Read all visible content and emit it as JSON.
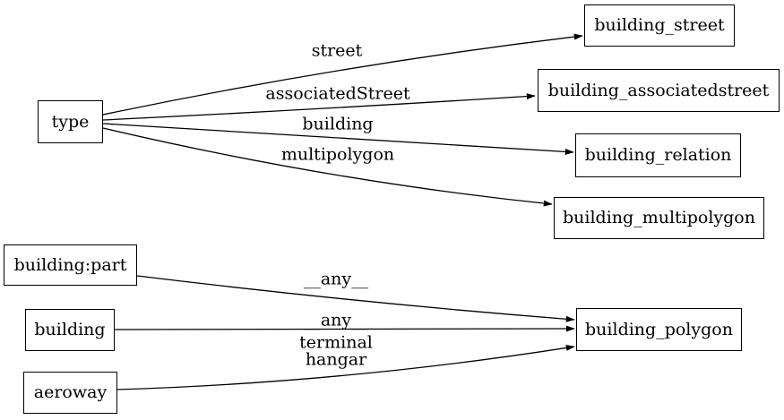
{
  "diagram": {
    "background_color": "#ffffff",
    "stroke_color": "#000000",
    "nodes": [
      {
        "id": "type",
        "label": "type"
      },
      {
        "id": "building_street",
        "label": "building_street"
      },
      {
        "id": "building_associatedstreet",
        "label": "building_associatedstreet"
      },
      {
        "id": "building_relation",
        "label": "building_relation"
      },
      {
        "id": "building_multipolygon",
        "label": "building_multipolygon"
      },
      {
        "id": "building_polygon",
        "label": "building_polygon"
      },
      {
        "id": "building:part",
        "label": "building:part"
      },
      {
        "id": "building",
        "label": "building"
      },
      {
        "id": "aeroway",
        "label": "aeroway"
      }
    ],
    "edges": [
      {
        "from": "type",
        "to": "building_street",
        "label": "street"
      },
      {
        "from": "type",
        "to": "building_associatedstreet",
        "label": "associatedStreet"
      },
      {
        "from": "type",
        "to": "building_relation",
        "label": "building"
      },
      {
        "from": "type",
        "to": "building_multipolygon",
        "label": "multipolygon"
      },
      {
        "from": "building:part",
        "to": "building_polygon",
        "label": "__any__"
      },
      {
        "from": "building",
        "to": "building_polygon",
        "label": "__any__"
      },
      {
        "from": "aeroway",
        "to": "building_polygon",
        "label": "terminal",
        "label2": "hangar"
      }
    ]
  }
}
